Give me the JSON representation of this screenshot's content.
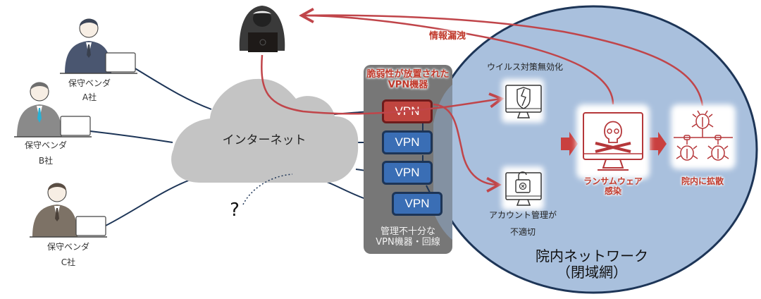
{
  "colors": {
    "network_fill": "#a9c0dd",
    "network_border": "#1d3557",
    "cloud_fill": "#c4c4c4",
    "attack_path": "#c0454a",
    "vpn_ok": "#3a6eb5",
    "vpn_vulnerable": "#c0453f",
    "panel": "#777777",
    "line": "#1d3557"
  },
  "vendors": [
    {
      "name": "保守ベンダ",
      "company": "A社",
      "suit_color": "#4a5670",
      "tie_color": "#39404e"
    },
    {
      "name": "保守ベンダ",
      "company": "B社",
      "suit_color": "#8a8a8a",
      "tie_color": "#2ab0d4"
    },
    {
      "name": "保守ベンダ",
      "company": "C社",
      "suit_color": "#7d7266",
      "tie_color": "#4a4038"
    }
  ],
  "internet": {
    "label": "インターネット"
  },
  "unknown_marker": "?",
  "attacker": {
    "icon": "hacker-icon"
  },
  "leak_label": "情報漏洩",
  "vpn_panel": {
    "vulnerable_caption": [
      "脆弱性が放置された",
      "VPN機器"
    ],
    "devices": [
      {
        "label": "VPN",
        "status": "vulnerable"
      },
      {
        "label": "VPN",
        "status": "normal"
      },
      {
        "label": "VPN",
        "status": "normal"
      },
      {
        "label": "VPN",
        "status": "normal"
      }
    ],
    "footer_caption": [
      "管理不十分な",
      "VPN機器・回線"
    ]
  },
  "hospital_network": {
    "title": "院内ネットワーク",
    "subtitle": "（閉域網）",
    "items": [
      {
        "id": "antivirus",
        "label": [
          "ウイルス対策無効化"
        ],
        "icon": "broken-shield-monitor-icon",
        "highlight": false
      },
      {
        "id": "account",
        "label": [
          "アカウント管理が",
          "不適切"
        ],
        "icon": "unlocked-monitor-icon",
        "highlight": false
      },
      {
        "id": "ransomware",
        "label": [
          "ランサムウェア",
          "感染"
        ],
        "icon": "skull-monitor-icon",
        "highlight": true
      },
      {
        "id": "spread",
        "label": [
          "院内に拡散"
        ],
        "icon": "bug-network-icon",
        "highlight": true
      }
    ]
  }
}
